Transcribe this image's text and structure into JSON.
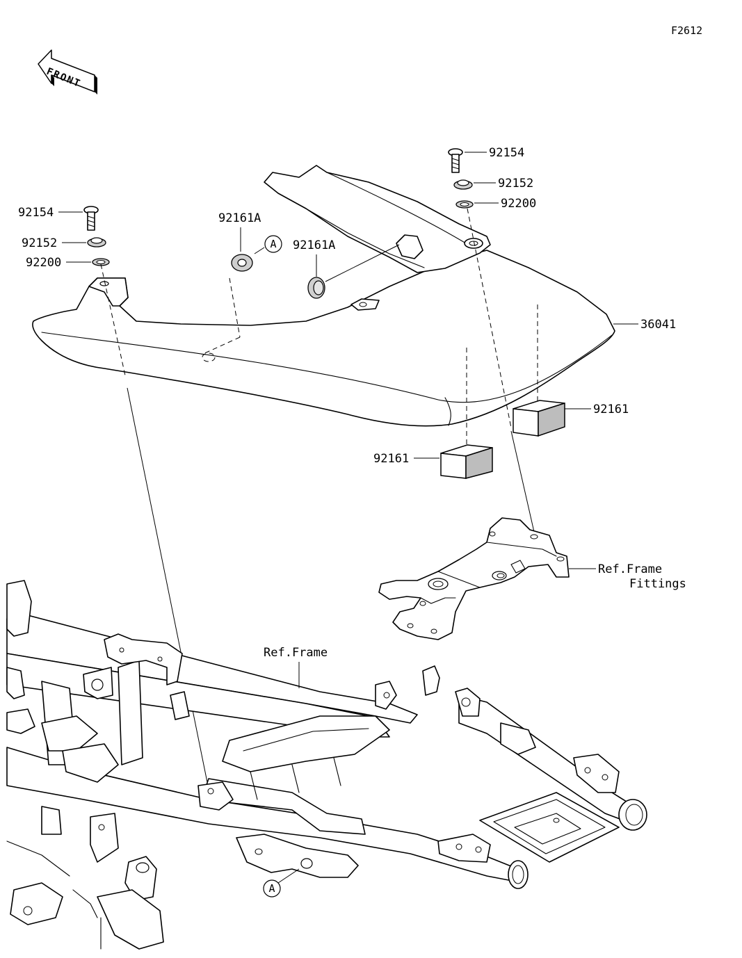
{
  "figure_code": "F2612",
  "front_label": "FRONT",
  "callouts": {
    "bolt_right": "92154",
    "collar_right": "92152",
    "washer_right": "92200",
    "bolt_left": "92154",
    "collar_left": "92152",
    "washer_left": "92200",
    "grommet_left": "92161A",
    "grommet_center": "92161A",
    "cover": "36041",
    "damper_right": "92161",
    "damper_center": "92161",
    "frame_fittings_line1": "Ref.Frame",
    "frame_fittings_line2": "Fittings",
    "frame": "Ref.Frame"
  },
  "reference_marks": {
    "top": "A",
    "bottom": "A"
  }
}
